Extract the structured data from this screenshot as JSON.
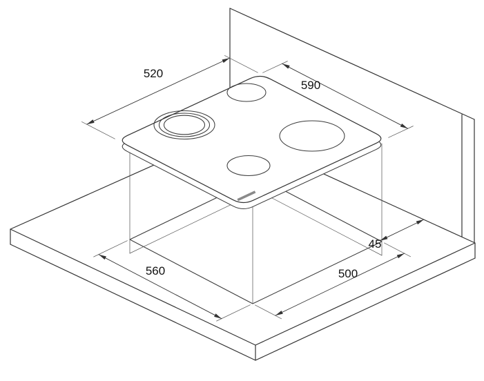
{
  "colors": {
    "background": "#ffffff",
    "line": "#333333",
    "text": "#111111"
  },
  "diagram": {
    "name": "built-in-hob-installation-dimensions",
    "dimension_labels": {
      "hob_depth": "520",
      "hob_width": "590",
      "cutout_width": "560",
      "cutout_depth": "500",
      "rear_clearance": "45"
    }
  }
}
